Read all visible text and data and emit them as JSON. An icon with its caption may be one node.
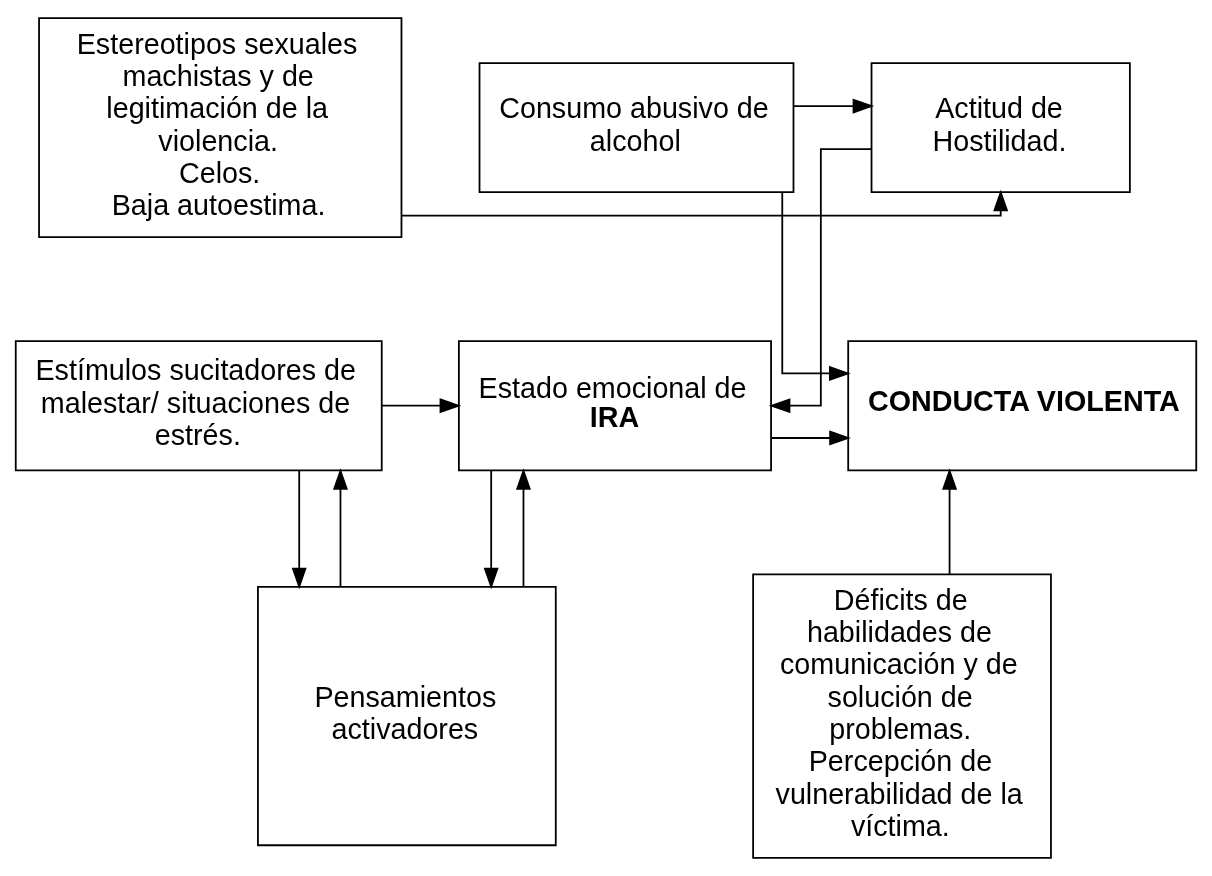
{
  "diagram": {
    "nodes": [
      {
        "text": [
          "Estereotipos sexuales machistas y de legitimación de la violencia.",
          "Celos.",
          "Baja autoestima."
        ]
      },
      {
        "text": [
          "Actitud de Hostilidad."
        ]
      },
      {
        "text": [
          "Consumo abusivo de alcohol"
        ]
      },
      {
        "text": [
          "Estímulos sucitadores de malestar/ situaciones de estrés."
        ]
      },
      {
        "text": [
          "Estado emocional de **IRA**"
        ]
      },
      {
        "text": [
          "CONDUCTA VIOLENTA"
        ]
      },
      {
        "text": [
          "Pensamientos activadores"
        ]
      },
      {
        "text": [
          "Déficits de habilidades de comunicación y de solución de problemas.",
          "Percepción de vulnerabilidad de la víctima."
        ]
      }
    ],
    "edges": [
      {
        "from": 0,
        "to": 1,
        "arrow": "to"
      },
      {
        "from": 2,
        "to": 1,
        "arrow": "to"
      },
      {
        "from": 1,
        "to": 4,
        "arrow": "to"
      },
      {
        "from": 2,
        "to": 5,
        "arrow": "to"
      },
      {
        "from": 3,
        "to": 4,
        "arrow": "to"
      },
      {
        "from": 4,
        "to": 5,
        "arrow": "to"
      },
      {
        "from": 4,
        "to": 6,
        "arrow": "to"
      },
      {
        "from": 6,
        "to": 4,
        "arrow": "to"
      },
      {
        "from": 6,
        "to": 3,
        "arrow": "to"
      },
      {
        "from": 3,
        "to": 6,
        "arrow": "to"
      },
      {
        "from": 7,
        "to": 5,
        "arrow": "to"
      }
    ]
  }
}
